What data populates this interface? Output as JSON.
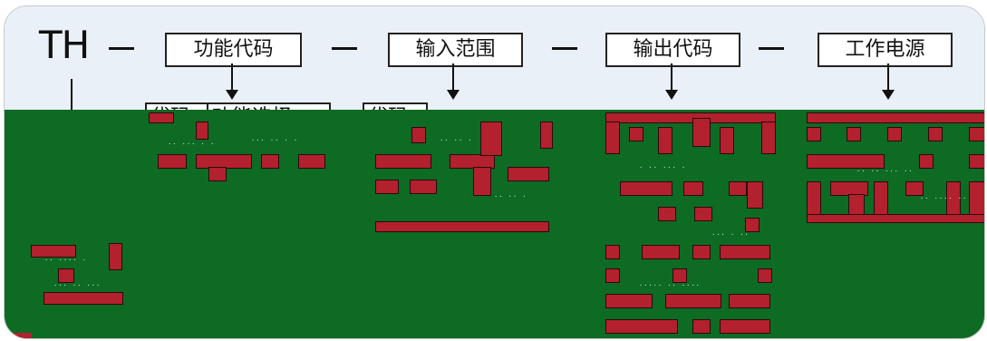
{
  "prefix": "TH",
  "separator": "—",
  "fields": [
    {
      "label": "功能代码"
    },
    {
      "label": "输入范围"
    },
    {
      "label": "输出代码"
    },
    {
      "label": "工作电源"
    }
  ],
  "sub_headers": {
    "code_label_1": "代码",
    "function_select": "功能选择",
    "code_label_2": "代码"
  },
  "colors": {
    "header_bg": "#eaf0f7",
    "green_region": "#0e6b23",
    "red_blocks": "#b3202e"
  }
}
